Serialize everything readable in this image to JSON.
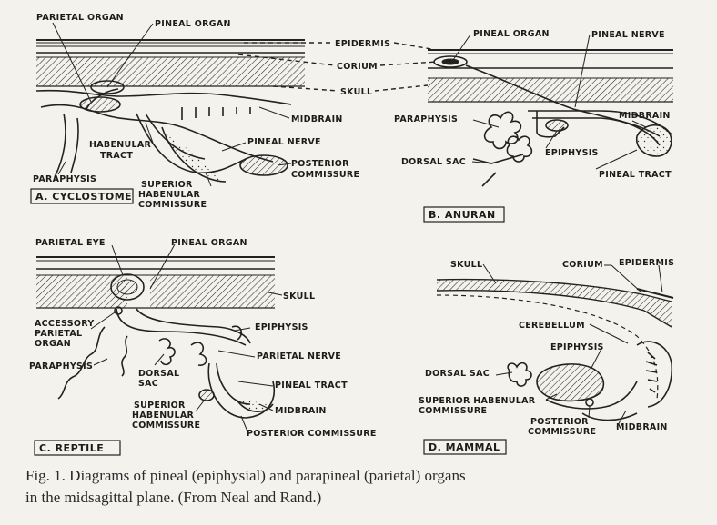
{
  "panels": {
    "a": {
      "title": "A. CYCLOSTOME",
      "labels": {
        "parietal_organ": "PARIETAL ORGAN",
        "pineal_organ": "PINEAL ORGAN",
        "midbrain": "MIDBRAIN",
        "pineal_nerve": "PINEAL NERVE",
        "habenular_tract_1": "HABENULAR",
        "habenular_tract_2": "TRACT",
        "paraphysis": "PARAPHYSIS",
        "posterior_commissure_1": "POSTERIOR",
        "posterior_commissure_2": "COMMISSURE",
        "superior_1": "SUPERIOR",
        "superior_2": "HABENULAR",
        "superior_3": "COMMISSURE"
      }
    },
    "shared": {
      "epidermis": "EPIDERMIS",
      "corium": "CORIUM",
      "skull": "SKULL"
    },
    "b": {
      "title": "B. ANURAN",
      "labels": {
        "pineal_organ": "PINEAL ORGAN",
        "pineal_nerve": "PINEAL NERVE",
        "paraphysis": "PARAPHYSIS",
        "midbrain": "MIDBRAIN",
        "epiphysis": "EPIPHYSIS",
        "dorsal_sac": "DORSAL SAC",
        "pineal_tract": "PINEAL TRACT"
      }
    },
    "c": {
      "title": "C. REPTILE",
      "labels": {
        "parietal_eye": "PARIETAL EYE",
        "pineal_organ": "PINEAL ORGAN",
        "skull": "SKULL",
        "accessory_1": "ACCESSORY",
        "accessory_2": "PARIETAL",
        "accessory_3": "ORGAN",
        "epiphysis": "EPIPHYSIS",
        "parietal_nerve": "PARIETAL NERVE",
        "paraphysis": "PARAPHYSIS",
        "dorsal_sac_1": "DORSAL",
        "dorsal_sac_2": "SAC",
        "pineal_tract": "PINEAL TRACT",
        "superior_1": "SUPERIOR",
        "superior_2": "HABENULAR",
        "superior_3": "COMMISSURE",
        "midbrain": "MIDBRAIN",
        "posterior_commissure": "POSTERIOR COMMISSURE"
      }
    },
    "d": {
      "title": "D. MAMMAL",
      "labels": {
        "skull": "SKULL",
        "corium": "CORIUM",
        "epidermis": "EPIDERMIS",
        "cerebellum": "CEREBELLUM",
        "epiphysis": "EPIPHYSIS",
        "dorsal_sac": "DORSAL SAC",
        "superior_1": "SUPERIOR HABENULAR",
        "superior_2": "COMMISSURE",
        "posterior_1": "POSTERIOR",
        "posterior_2": "COMMISSURE",
        "midbrain": "MIDBRAIN"
      }
    }
  },
  "caption": {
    "line1": "Fig. 1. Diagrams of pineal (epiphysial) and parapineal (parietal) organs",
    "line2": "in the midsagittal plane.  (From Neal and Rand.)"
  }
}
